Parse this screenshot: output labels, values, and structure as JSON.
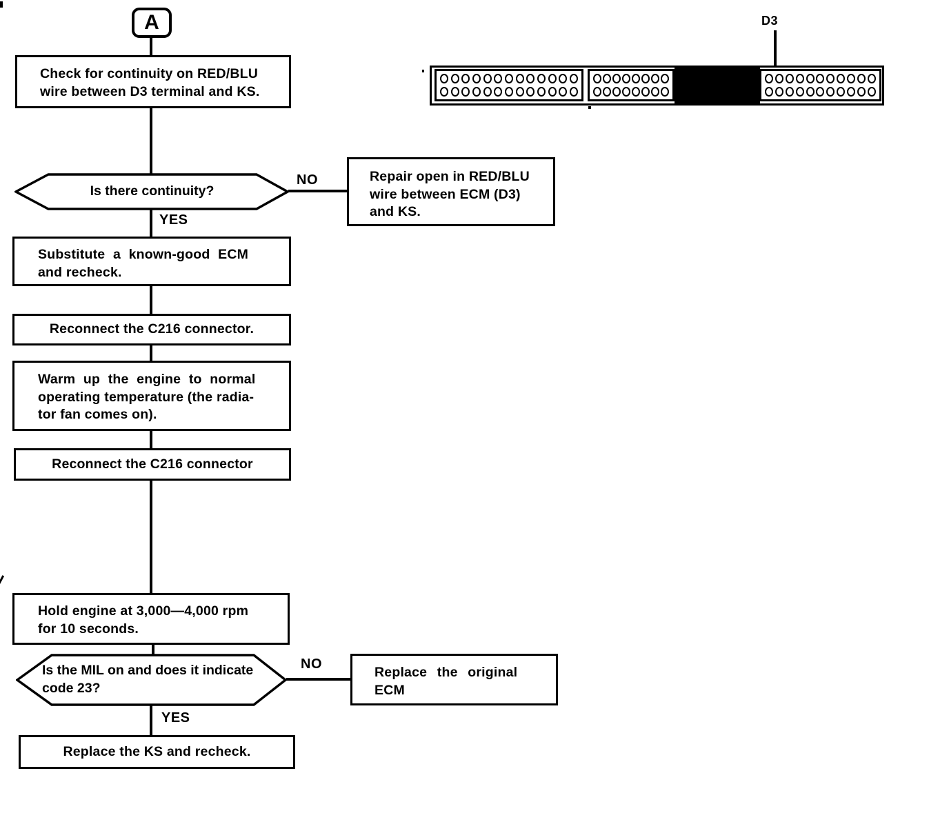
{
  "colors": {
    "ink": "#000000",
    "paper": "#ffffff"
  },
  "entry": {
    "label": "A"
  },
  "branch": {
    "yes": "YES",
    "no": "NO"
  },
  "connector": {
    "label": "D3",
    "blocks": [
      {
        "name": "connector-block-1",
        "rows": 2,
        "cols": 13
      },
      {
        "name": "connector-block-2",
        "rows": 2,
        "cols": 8
      },
      {
        "name": "connector-block-3",
        "rows": 2,
        "cols": 11
      }
    ]
  },
  "steps": {
    "check_continuity": {
      "line1": "Check for continuity on RED/BLU",
      "line2": "wire between D3 terminal and KS."
    },
    "decision_continuity": {
      "question": "Is there continuity?"
    },
    "repair_open": {
      "line1": "Repair open in RED/BLU",
      "line2": "wire between ECM (D3)",
      "line3": "and KS."
    },
    "substitute_ecm": {
      "line1": "Substitute a known-good ECM",
      "line2": "and recheck."
    },
    "reconnect_connector_1": {
      "line1": "Reconnect the C216 connector."
    },
    "warm_up_engine": {
      "line1": "Warm up the engine to normal",
      "line2": "operating temperature (the radia-",
      "line3": "tor fan comes on)."
    },
    "reconnect_connector_2": {
      "line1": "Reconnect the C216 connector"
    },
    "hold_engine": {
      "line1": "Hold engine at 3,000—4,000 rpm",
      "line2": "for 10 seconds."
    },
    "decision_mil": {
      "line1": "Is the MIL on and does it indicate",
      "line2": "code 23?"
    },
    "replace_original_ecm": {
      "line1": "Replace the original",
      "line2": "ECM"
    },
    "replace_ks": {
      "line1": "Replace the KS and recheck."
    }
  }
}
